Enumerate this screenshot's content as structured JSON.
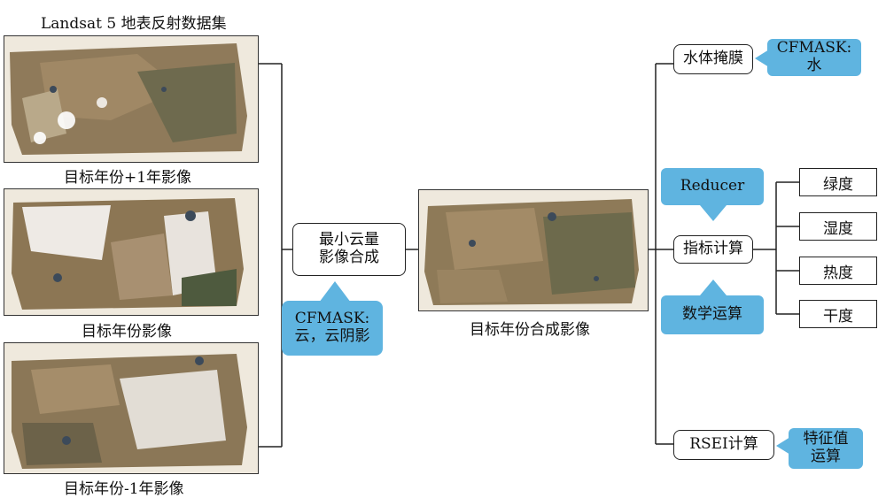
{
  "dataset_title": "Landsat 5 地表反射数据集",
  "images": {
    "plus1_label": "目标年份+1年影像",
    "target_label": "目标年份影像",
    "minus1_label": "目标年份-1年影像",
    "composite_label": "目标年份合成影像"
  },
  "process": {
    "min_cloud_line1": "最小云量",
    "min_cloud_line2": "影像合成",
    "cloud_mask_line1": "CFMASK:",
    "cloud_mask_line2": "云，云阴影"
  },
  "branches": {
    "water_mask": "水体掩膜",
    "water_cf_line1": "CFMASK:",
    "water_cf_line2": "水",
    "reducer": "Reducer",
    "index_calc": "指标计算",
    "math_op": "数学运算",
    "rsei_calc": "RSEI计算",
    "eigen_line1": "特征值",
    "eigen_line2": "运算"
  },
  "indices": [
    "绿度",
    "湿度",
    "热度",
    "干度"
  ],
  "colors": {
    "callout": "#5fb4e0",
    "line": "#222222"
  }
}
